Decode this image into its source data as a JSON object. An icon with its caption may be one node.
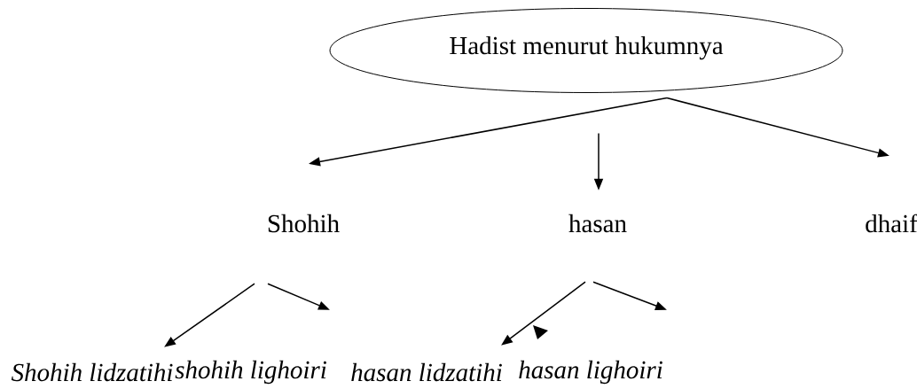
{
  "diagram": {
    "nodes": [
      {
        "text": [
          "Hadist menurut hukumnya"
        ]
      },
      {
        "text": [
          "Shohih"
        ]
      },
      {
        "text": [
          "hasan"
        ]
      },
      {
        "text": [
          "dhaif"
        ]
      },
      {
        "text": [
          "Shohih lidzatihi"
        ]
      },
      {
        "text": [
          "shohih lighoiri"
        ]
      },
      {
        "text": [
          "hasan lidzatihi"
        ]
      },
      {
        "text": [
          "hasan lighoiri"
        ]
      }
    ],
    "edges": [
      {
        "from": 0,
        "to": 1,
        "arrow": "to"
      },
      {
        "from": 0,
        "to": 2,
        "arrow": "to"
      },
      {
        "from": 0,
        "to": 3,
        "arrow": "to"
      },
      {
        "from": 1,
        "to": 4,
        "arrow": "to"
      },
      {
        "from": 1,
        "to": 5,
        "arrow": "to"
      },
      {
        "from": 2,
        "to": 6,
        "arrow": "to"
      },
      {
        "from": 2,
        "to": 7,
        "arrow": "to"
      }
    ]
  }
}
